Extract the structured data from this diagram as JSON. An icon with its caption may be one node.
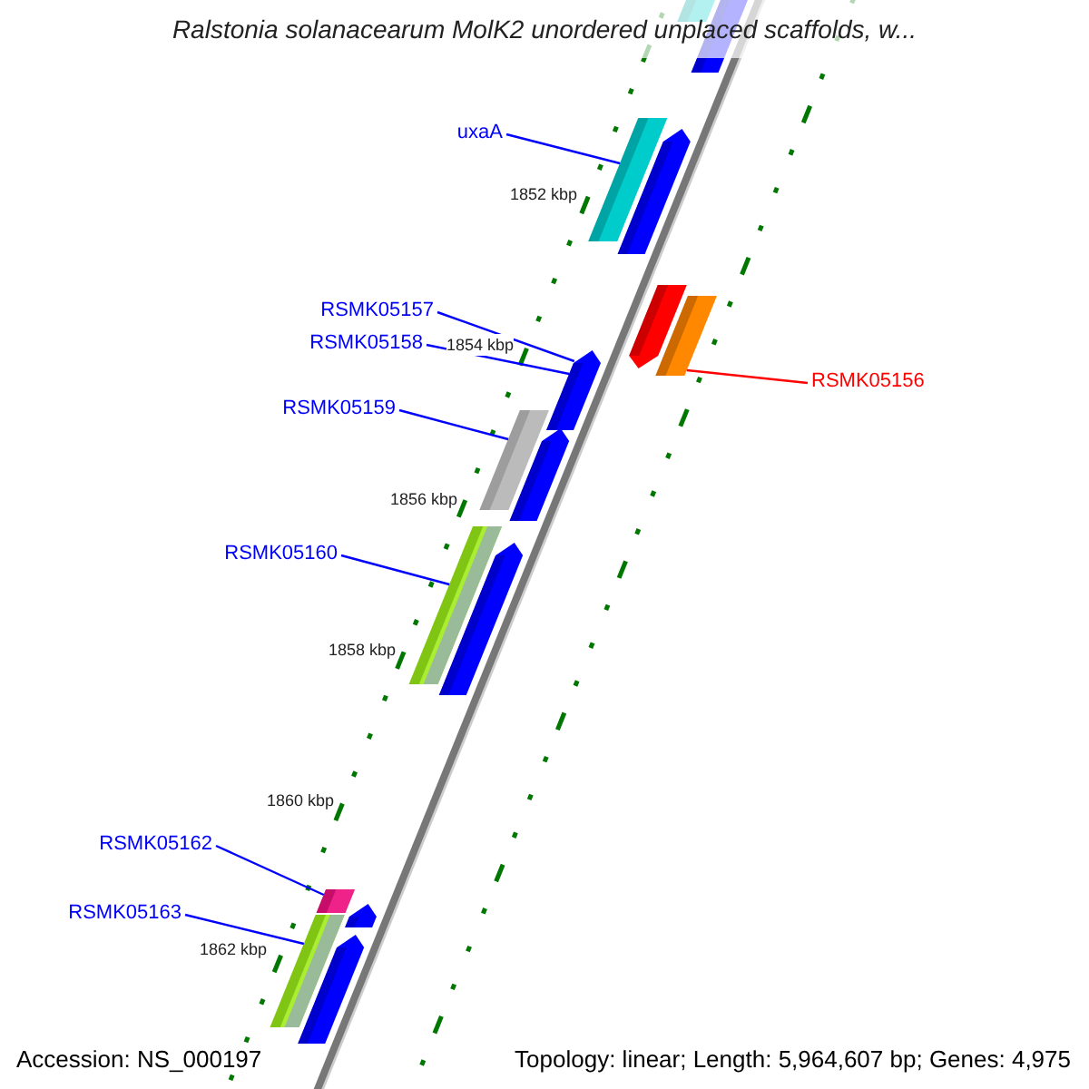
{
  "diagram": {
    "title": "Ralstonia solanacearum MolK2 unordered unplaced scaffolds, w...",
    "nodes": [
      {
        "text": [
          "uxaA"
        ]
      },
      {
        "text": [],
        "shape": "bar"
      },
      {
        "text": [
          "RSMK05157"
        ]
      },
      {
        "text": [
          "RSMK05158"
        ]
      },
      {
        "text": [],
        "shape": "bar"
      },
      {
        "text": [
          "RSMK05156"
        ]
      },
      {
        "text": [],
        "shape": "bar"
      },
      {
        "text": [
          "RSMK05159"
        ]
      },
      {
        "text": [],
        "shape": "bar"
      },
      {
        "text": [
          "RSMK05160"
        ]
      },
      {
        "text": [],
        "shape": "bar"
      },
      {
        "text": [
          "RSMK05162"
        ]
      },
      {
        "text": [],
        "shape": "bar"
      },
      {
        "text": [
          "RSMK05163"
        ]
      },
      {
        "text": [],
        "shape": "bar"
      }
    ],
    "edges": [
      {
        "from": 0,
        "to": 1,
        "arrow": "none"
      },
      {
        "from": 2,
        "to": 4,
        "arrow": "none"
      },
      {
        "from": 3,
        "to": 4,
        "arrow": "none"
      },
      {
        "from": 5,
        "to": 6,
        "arrow": "none",
        "color": "#ff0000"
      },
      {
        "from": 7,
        "to": 8,
        "arrow": "none"
      },
      {
        "from": 9,
        "to": 10,
        "arrow": "none"
      },
      {
        "from": 11,
        "to": 12,
        "arrow": "none"
      },
      {
        "from": 13,
        "to": 14,
        "arrow": "none"
      }
    ],
    "labels": [
      "1852 kbp",
      "1854 kbp",
      "1856 kbp",
      "1858 kbp",
      "1860 kbp",
      "1862 kbp",
      "Accession: NS_000197",
      "Topology: linear; Length: 5,964,607 bp; Genes: 4,975"
    ]
  }
}
